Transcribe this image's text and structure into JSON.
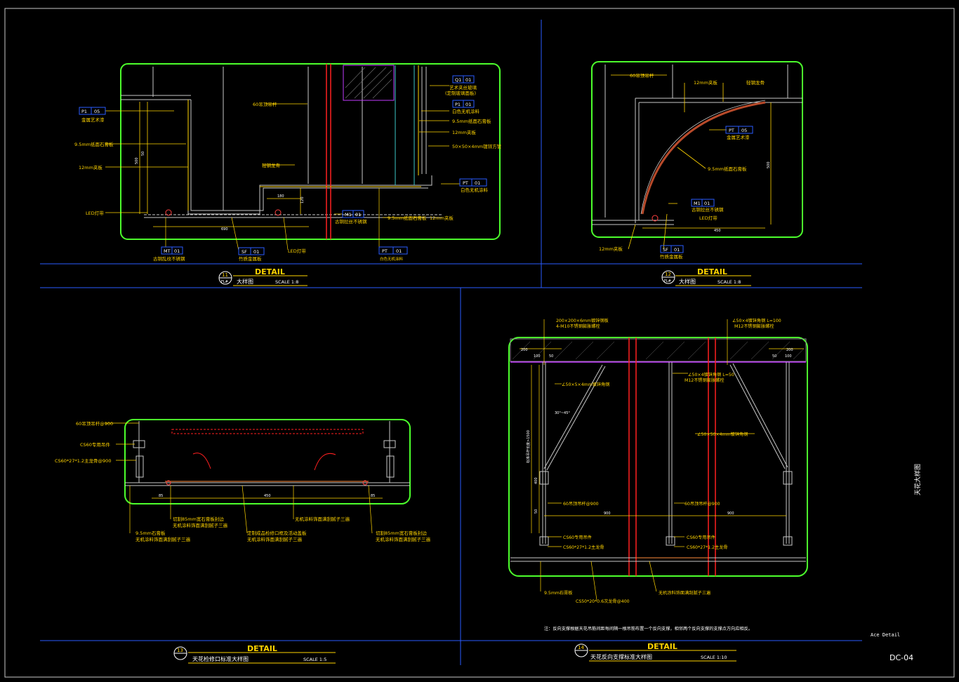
{
  "sheet": {
    "side_title": "天花大样图",
    "sheet_tag": "Ace Detail",
    "sheet_no": "DC-04"
  },
  "detail_11": {
    "heading": "DETAIL",
    "number": "11",
    "sub": "FL#",
    "title": "大样图",
    "scale": "SCALE 1:8",
    "labels": {
      "p1_code": "P1",
      "p1_num": "05",
      "p1_text": "金属艺术漆",
      "board_96": "9.5mm纸面石膏板",
      "board_12": "12mm夹板",
      "led": "LED灯带",
      "rod": "60吊顶吊杆",
      "q1_code": "Q1",
      "q1_num": "01",
      "art_glass": "艺术夹丝玻璃",
      "art_glass_note": "(定制玻璃面板)",
      "p1b_code": "P1",
      "p1b_num": "01",
      "p1b_text": "白色无机涂料",
      "board_96b": "9.5mm纸面石膏板",
      "board_12b": "12mm夹板",
      "steel_tube": "50×50×4mm镀锌方管",
      "keel": "轻钢龙骨",
      "pt_code": "PT",
      "pt_num": "01",
      "pt_text": "白色无机涂料",
      "m1_code": "M1",
      "m1_num": "01",
      "m1_text": "古铜拉丝不锈钢",
      "board_95c": "9.5mm纸面石膏板",
      "board_12c": "12mm夹板",
      "mt_code": "MT",
      "mt_num": "01",
      "mt_text": "古铜乱纹不锈钢",
      "sf_code": "SF",
      "sf_num": "01",
      "sf_text": "竹质金属板",
      "led_b": "LED灯带",
      "pt2_code": "PT",
      "pt2_num": "01",
      "pt2_text": "白色无机涂料",
      "dim_690": "690",
      "dim_180": "180",
      "dim_50": "50",
      "dim_500": "500",
      "dim_120": "120"
    }
  },
  "detail_12": {
    "heading": "DETAIL",
    "number": "12",
    "sub": "FL#",
    "title": "大样图",
    "scale": "SCALE 1:8",
    "labels": {
      "rod": "60吊顶吊杆",
      "board_12": "12mm夹板",
      "keel": "轻钢龙骨",
      "pt_code": "PT",
      "pt_num": "05",
      "pt_text": "金属艺术漆",
      "board_95": "9.5mm纸面石膏板",
      "m1_code": "M1",
      "m1_num": "01",
      "m1_text": "古铜拉丝不锈钢",
      "led": "LED灯带",
      "board_12b": "12mm夹板",
      "sf_code": "SF",
      "sf_num": "01",
      "sf_text": "竹质金属板",
      "dim_450": "450",
      "dim_500": "500"
    }
  },
  "detail_13": {
    "heading": "DETAIL",
    "number": "13",
    "title": "天花检修口标准大样图",
    "scale": "SCALE 1:5",
    "labels": {
      "rod": "60吊顶吊杆@900",
      "hanger": "CS60专用吊件",
      "main_keel": "CS60*27*1.2主龙骨@900",
      "board_left": "9.5mm石膏板",
      "board_left2": "无机涂料饰面满刮腻子三遍",
      "cut_left": "切割85mm宽石膏板封边",
      "cut_left2": "无机涂料饰面满刮腻子三遍",
      "custom": "定制成品检修口框及活动盖板",
      "custom2": "无机涂料饰面满刮腻子三遍",
      "paint": "无机涂料饰面满刮腻子三遍",
      "cut_right": "切割85mm宽石膏板封边",
      "cut_right2": "无机涂料饰面满刮腻子三遍",
      "dim_85": "85",
      "dim_450": "450",
      "dim_85b": "85"
    }
  },
  "detail_14": {
    "heading": "DETAIL",
    "number": "14",
    "title": "天花反向支撑标准大样图",
    "scale": "SCALE 1:10",
    "labels": {
      "plate": "200×200×6mm镀锌钢板",
      "bolt": "4-M10不锈钢膨胀螺栓",
      "angle_top": "∠50×4镀锌角钢 L=100",
      "bolt2": "M12不锈钢膨胀螺栓",
      "angle_mid": "∠50×4镀锌角钢 L=50",
      "bolt3": "M12不锈钢膨胀螺栓",
      "angle_left": "∠50×5×4mm镀锌角钢",
      "angle_right": "∠50×50×4mm镀锌角钢",
      "rod_left": "60吊顶吊杆@900",
      "rod_right": "60吊顶吊杆@900",
      "hanger_left": "CS60专用吊件",
      "hanger_right": "CS60专用吊件",
      "keel_left": "CS60*27*1.2主龙骨",
      "keel_right": "CS60*27*1.2主龙骨",
      "board": "9.5mm石膏板",
      "sub_keel": "CS50*20*0.6次龙骨@400",
      "paint": "无机涂料饰面满刮腻子三遍",
      "note": "注：反向支撑根据天花吊筋间距每间隔一根吊筋布置一个反向支撑，相邻两个反向支撑的支撑点方向应相反。",
      "dim_200": "200",
      "dim_100": "100",
      "dim_50": "50",
      "dim_200b": "200",
      "dim_100b": "100",
      "dim_50b": "50",
      "dim_left_v": "标准吊杆长度>1500",
      "dim_400": "400",
      "dim_50v": "50",
      "dim_900": "900",
      "dim_900b": "900",
      "angle": "30°~45°"
    }
  }
}
